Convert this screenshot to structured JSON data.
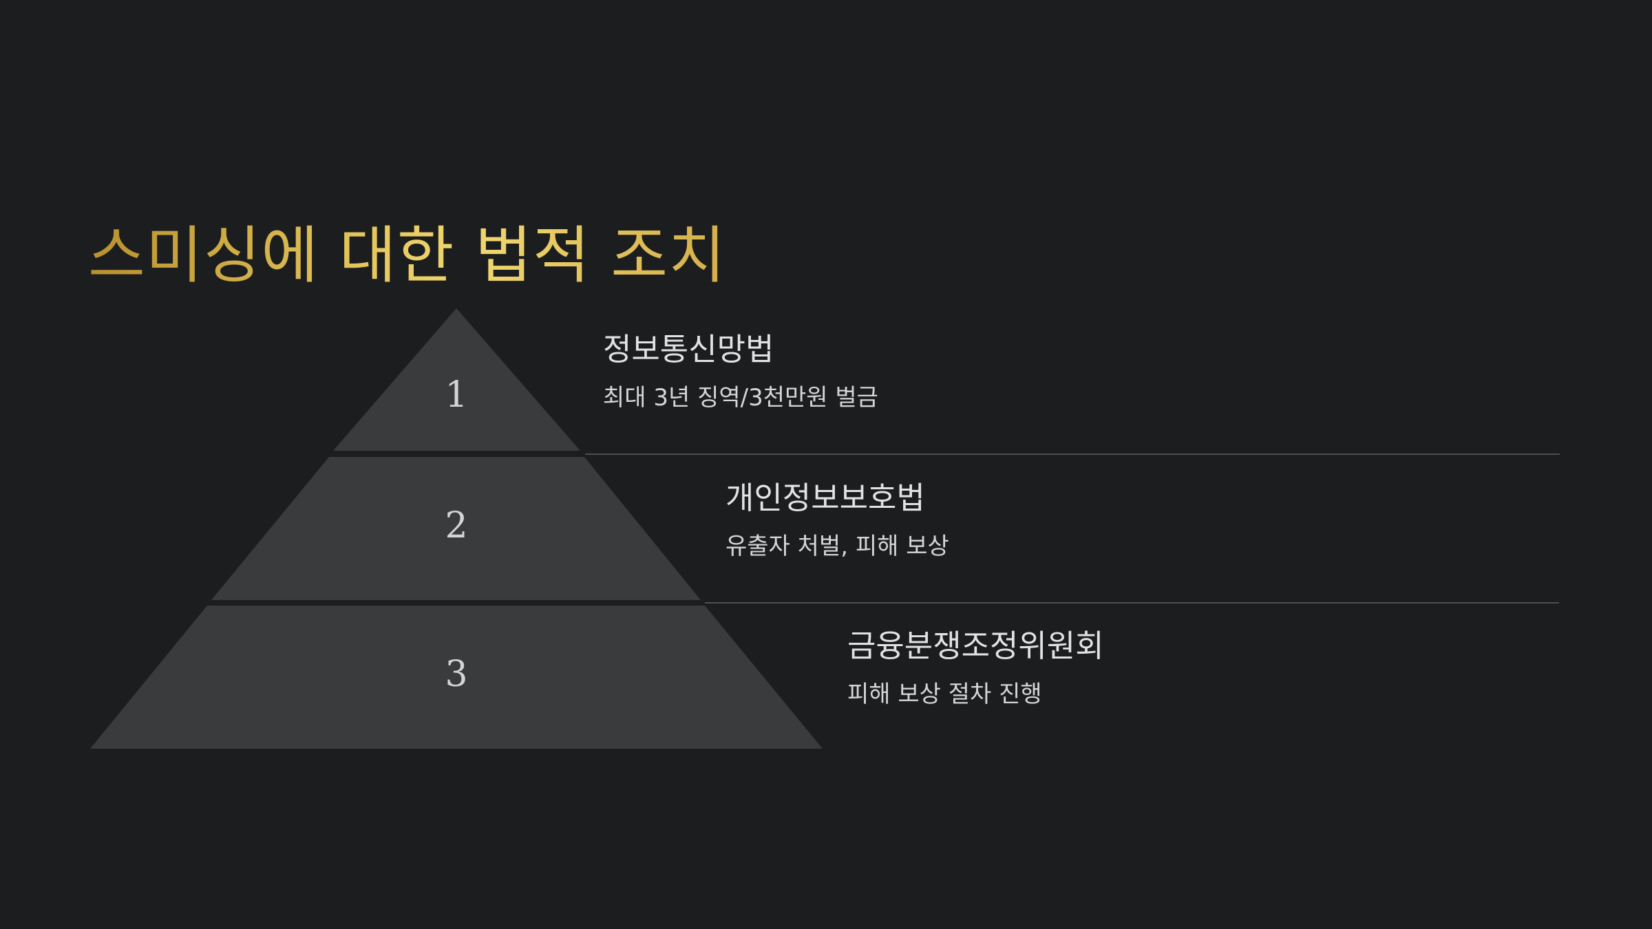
{
  "slide": {
    "title": "스미싱에 대한 법적 조치"
  },
  "pyramid": {
    "tiers": [
      {
        "number": "1",
        "heading": "정보통신망법",
        "description": "최대 3년 징역/3천만원 벌금"
      },
      {
        "number": "2",
        "heading": "개인정보보호법",
        "description": "유출자 처벌, 피해 보상"
      },
      {
        "number": "3",
        "heading": "금융분쟁조정위원회",
        "description": "피해 보상 절차 진행"
      }
    ]
  },
  "colors": {
    "background": "#1c1d1f",
    "tier_fill": "#3a3b3d",
    "title_gold": "#d9b44a",
    "divider": "#4e4f52"
  }
}
